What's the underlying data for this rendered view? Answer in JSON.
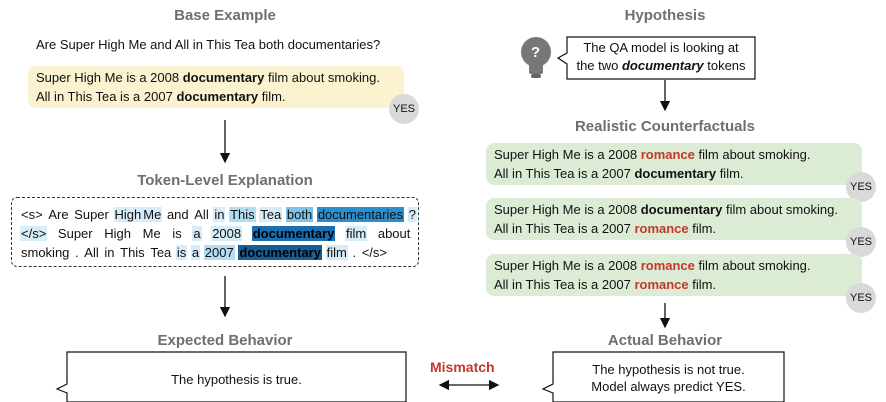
{
  "left": {
    "base_heading": "Base Example",
    "question": "Are Super High Me and All in This Tea both documentaries?",
    "context_line1": [
      "Super High Me is a 2008 ",
      "documentary",
      " film about smoking."
    ],
    "context_line2": [
      "All in This Tea is a 2007 ",
      "documentary",
      " film."
    ],
    "answer": "YES",
    "token_heading": "Token-Level Explanation",
    "expected_heading": "Expected Behavior",
    "expected_text": "The hypothesis is true."
  },
  "right": {
    "hypothesis_heading": "Hypothesis",
    "bulb_symbol": "?",
    "hypothesis_line1": "The QA model is looking at",
    "hypothesis_line2_pre": "the two ",
    "hypothesis_line2_em": "documentary",
    "hypothesis_line2_post": " tokens",
    "counterfactual_heading": "Realistic Counterfactuals",
    "cf1": {
      "l1": [
        "Super High Me is a 2008 ",
        "romance",
        " film about smoking."
      ],
      "l2": [
        "All in This Tea is a 2007 ",
        "documentary",
        " film."
      ],
      "answer": "YES"
    },
    "cf2": {
      "l1": [
        "Super High Me is a 2008 ",
        "documentary",
        " film about smoking."
      ],
      "l2": [
        "All in This Tea is a 2007 ",
        "romance",
        " film."
      ],
      "answer": "YES"
    },
    "cf3": {
      "l1": [
        "Super High Me is a 2008 ",
        "romance",
        " film about smoking."
      ],
      "l2": [
        "All in This Tea is a 2007 ",
        "romance",
        " film."
      ],
      "answer": "YES"
    },
    "actual_heading": "Actual Behavior",
    "actual_line1": "The hypothesis is not true.",
    "actual_line2": "Model always predict YES."
  },
  "mismatch_label": "Mismatch",
  "tokens": {
    "row1": [
      "<s>",
      "Are",
      "Super",
      "High",
      "Me",
      "and",
      "All",
      "in",
      "This",
      "Tea",
      "both",
      "documentaries",
      "?"
    ],
    "row2": [
      "</s>",
      "Super",
      "High",
      "Me",
      "is",
      "a",
      "2008",
      "documentary",
      "film",
      "about"
    ],
    "row3": [
      "smoking",
      ".",
      "All",
      "in",
      "This",
      "Tea",
      "is",
      "a",
      "2007",
      "documentary",
      "film",
      ".",
      "</s>"
    ]
  },
  "colors": {
    "mismatch": "#c0392b",
    "cf_background": "#dcebd3",
    "base_background": "#fbf2cf"
  }
}
